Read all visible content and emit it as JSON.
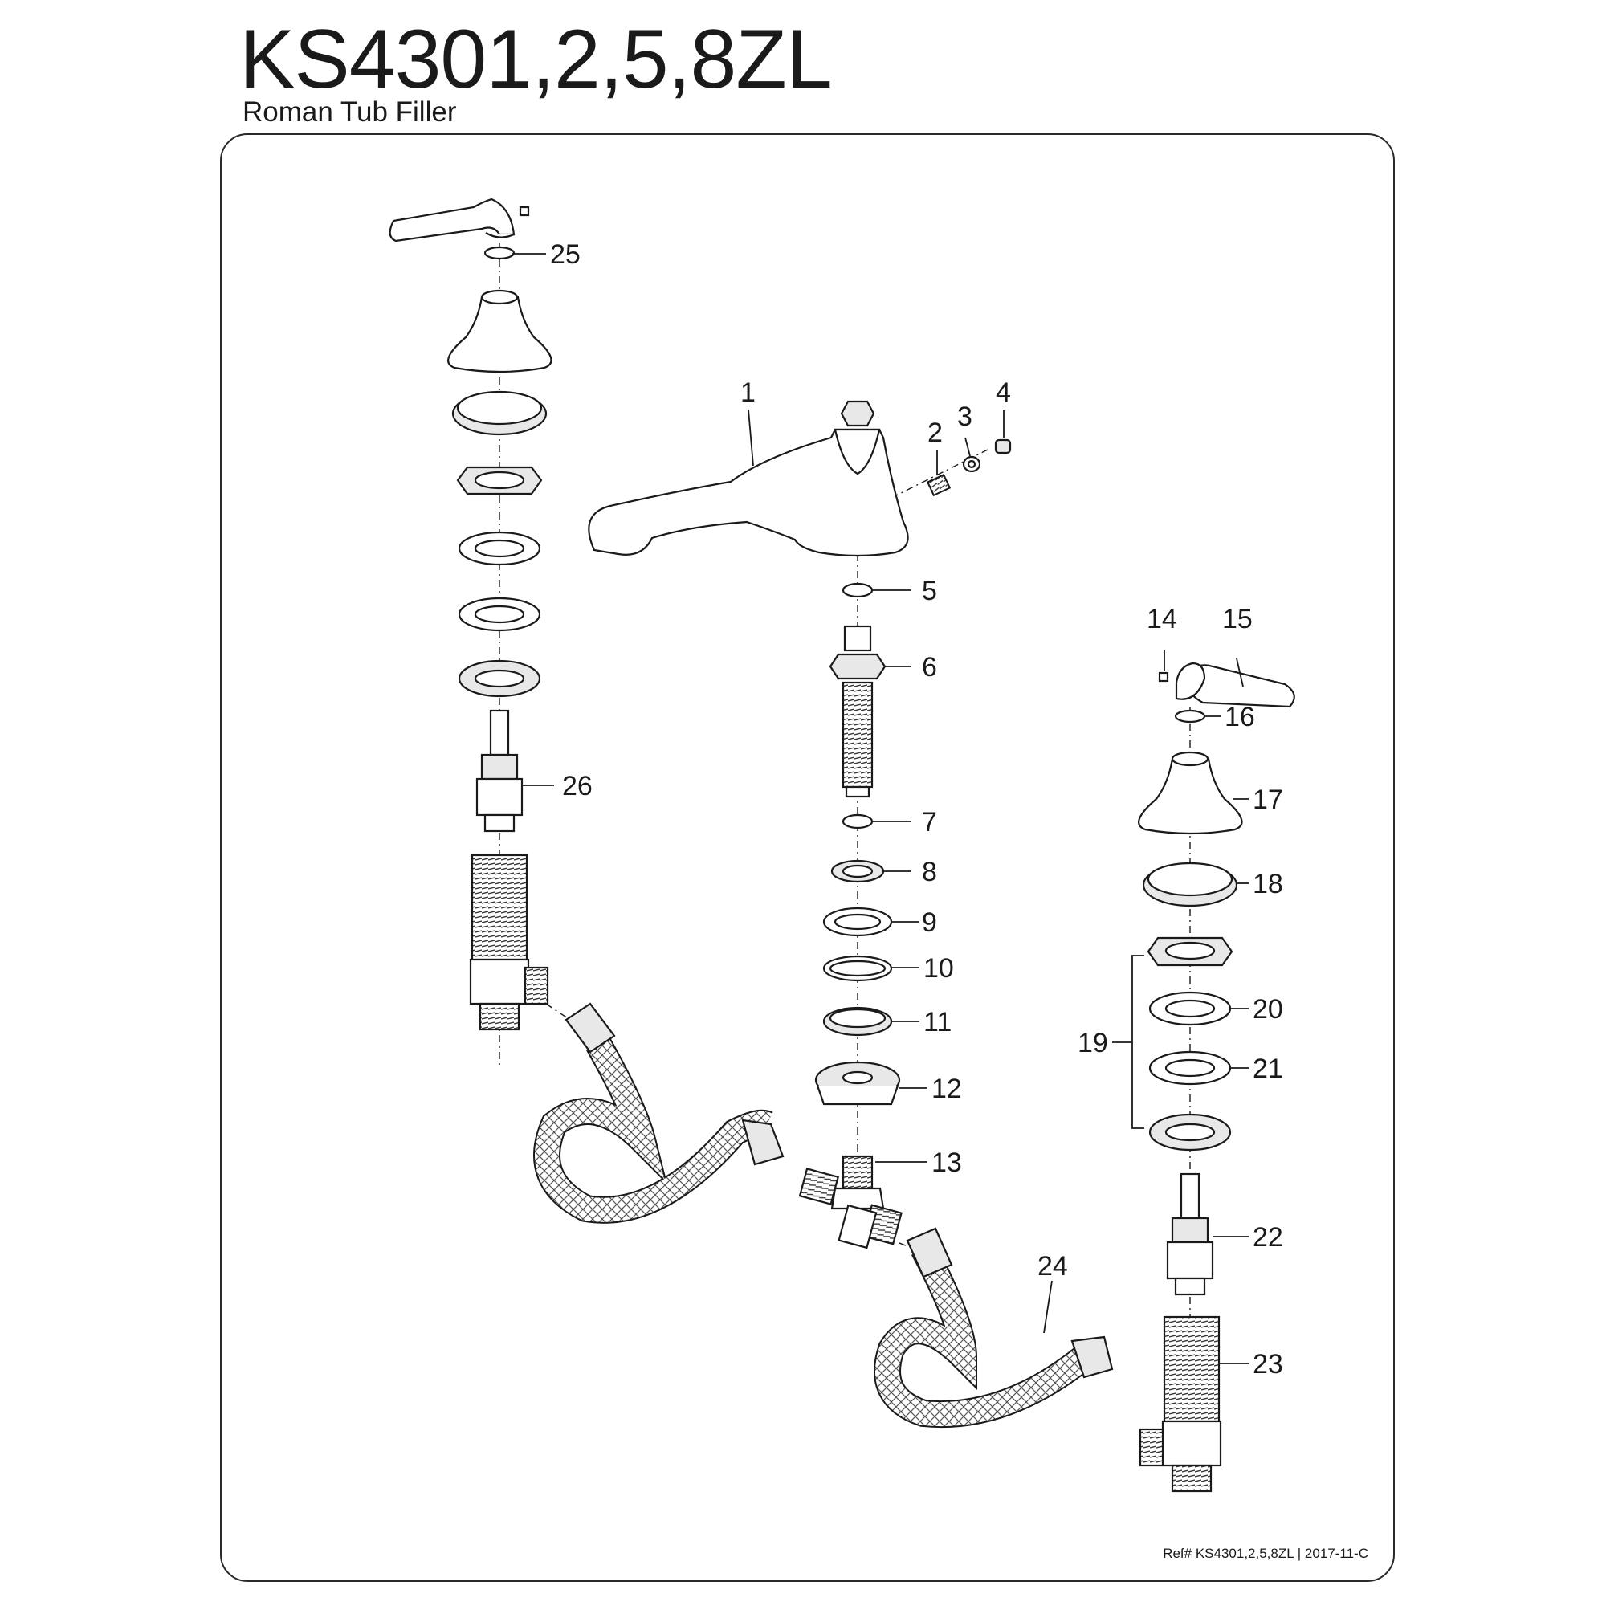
{
  "header": {
    "title": "KS4301,2,5,8ZL",
    "subtitle": "Roman Tub Filler"
  },
  "footer": {
    "reference": "Ref# KS4301,2,5,8ZL | 2017-11-C"
  },
  "callouts": [
    "1",
    "2",
    "3",
    "4",
    "5",
    "6",
    "7",
    "8",
    "9",
    "10",
    "11",
    "12",
    "13",
    "14",
    "15",
    "16",
    "17",
    "18",
    "19",
    "20",
    "21",
    "22",
    "23",
    "24",
    "25",
    "26"
  ]
}
